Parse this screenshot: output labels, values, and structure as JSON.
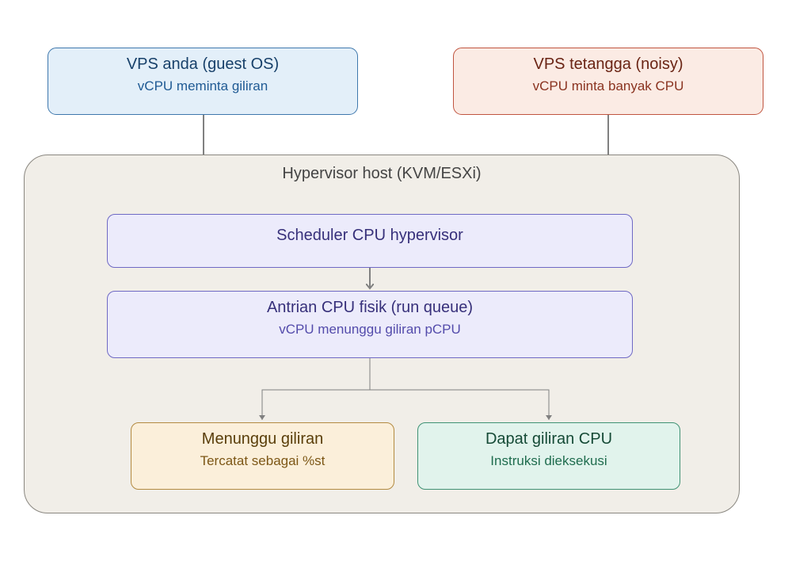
{
  "guest_vps": {
    "title": "VPS anda (guest OS)",
    "subtitle": "vCPU meminta giliran"
  },
  "neighbor_vps": {
    "title": "VPS tetangga (noisy)",
    "subtitle": "vCPU minta banyak CPU"
  },
  "host": {
    "title": "Hypervisor host (KVM/ESXi)"
  },
  "scheduler": {
    "title": "Scheduler CPU hypervisor"
  },
  "run_queue": {
    "title": "Antrian CPU fisik (run queue)",
    "subtitle": "vCPU menunggu giliran pCPU"
  },
  "waiting": {
    "title": "Menunggu giliran",
    "subtitle": "Tercatat sebagai %st"
  },
  "running": {
    "title": "Dapat giliran CPU",
    "subtitle": "Instruksi dieksekusi"
  },
  "colors": {
    "connector": "#808080",
    "guest_accent": "#3f78ad",
    "neighbor_accent": "#c05540",
    "host_accent": "#8a8780",
    "scheduler_accent": "#6f69c4",
    "waiting_accent": "#b38a40",
    "running_accent": "#3f9274"
  }
}
